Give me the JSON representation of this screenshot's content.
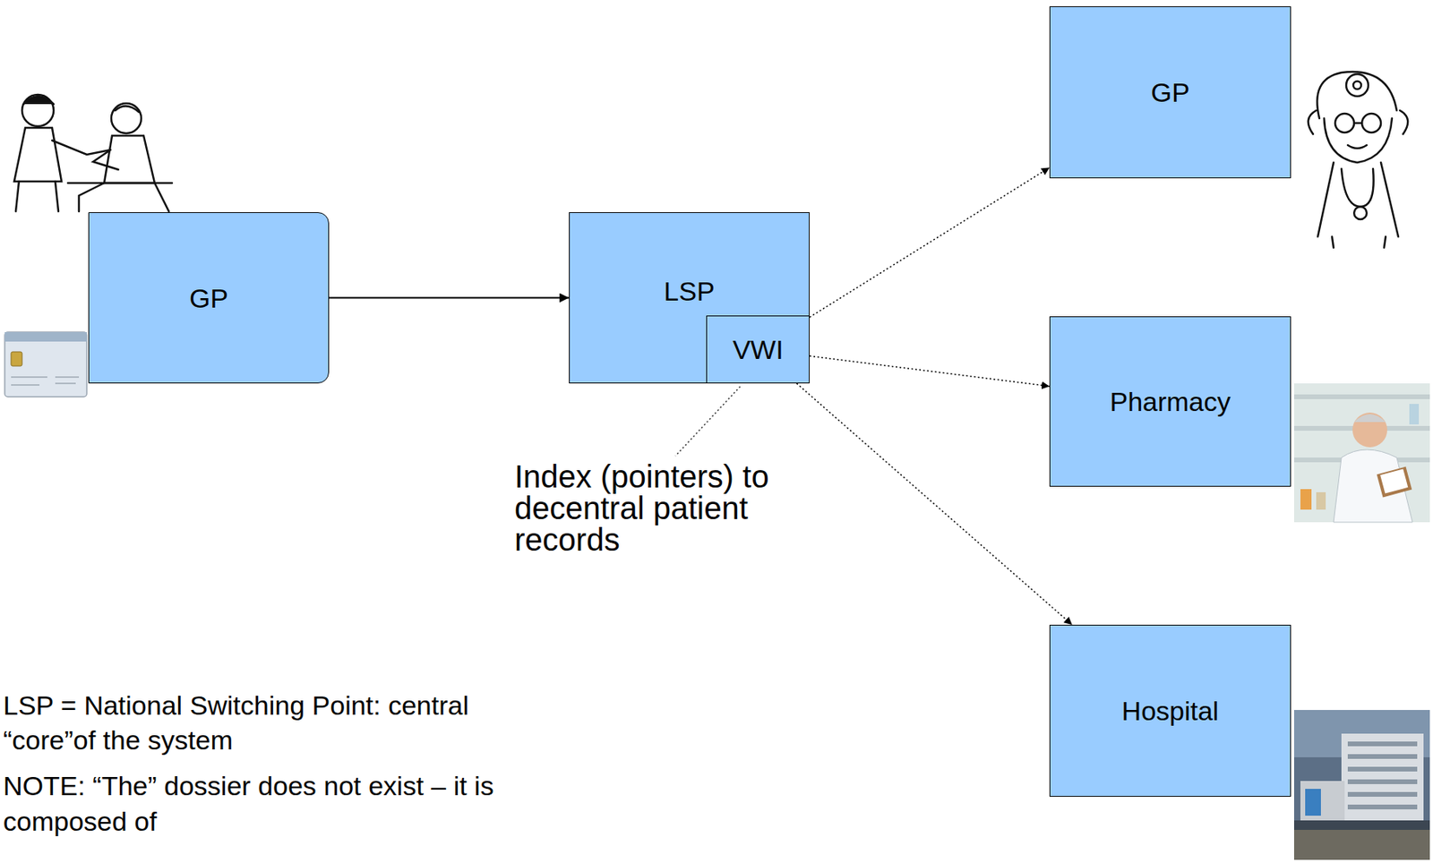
{
  "diagram": {
    "nodes": [
      {
        "text": [
          "GP"
        ]
      },
      {
        "text": [
          "LSP"
        ]
      },
      {
        "text": [
          "VWI"
        ],
        "in": 1
      },
      {
        "text": [
          "GP"
        ]
      },
      {
        "text": [
          "Pharmacy"
        ]
      },
      {
        "text": [
          "Hospital"
        ]
      }
    ],
    "edges": [
      {
        "from": 0,
        "to": 1,
        "arrow": "to"
      },
      {
        "from": 2,
        "to": 3,
        "arrow": "to"
      },
      {
        "from": 2,
        "to": 4,
        "arrow": "to"
      },
      {
        "from": 2,
        "to": 5,
        "arrow": "to"
      }
    ],
    "labels": [
      "Index (pointers) to decentral patient records",
      "LSP = National Switching Point: central “core”of the system",
      "NOTE: “The” dossier does not exist – it is composed of"
    ]
  }
}
